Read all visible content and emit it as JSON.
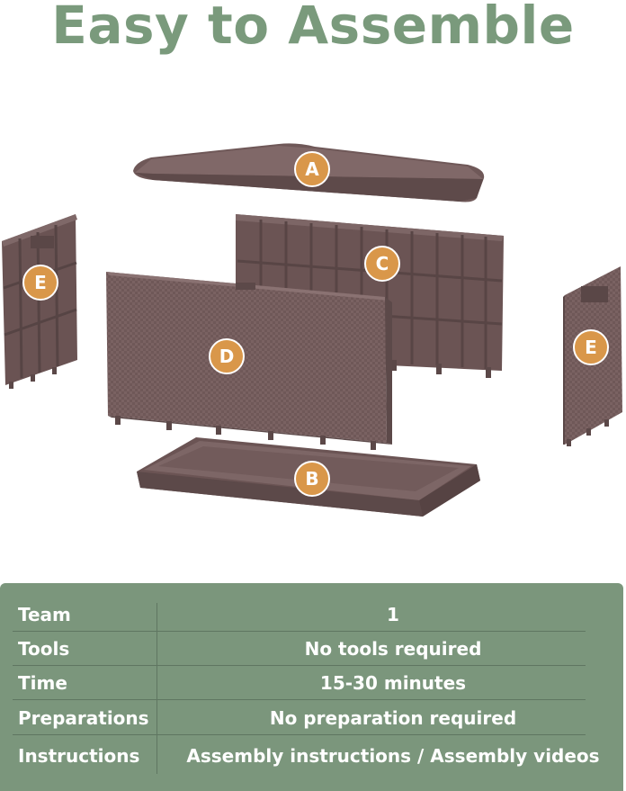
{
  "title": "Easy to Assemble",
  "parts": {
    "lid": "A",
    "base": "B",
    "back_panel": "C",
    "front_panel": "D",
    "side_panel_left": "E",
    "side_panel_right": "E"
  },
  "specs": [
    {
      "label": "Team",
      "value": "1"
    },
    {
      "label": "Tools",
      "value": "No tools required"
    },
    {
      "label": "Time",
      "value": "15-30 minutes"
    },
    {
      "label": "Preparations",
      "value": "No preparation required"
    },
    {
      "label": "Instructions",
      "value": "Assembly instructions / Assembly videos"
    }
  ],
  "colors": {
    "title": "#7a9a7c",
    "panel_brown": "#6e5757",
    "badge": "#d9974a",
    "table_bg": "#7b967c"
  }
}
